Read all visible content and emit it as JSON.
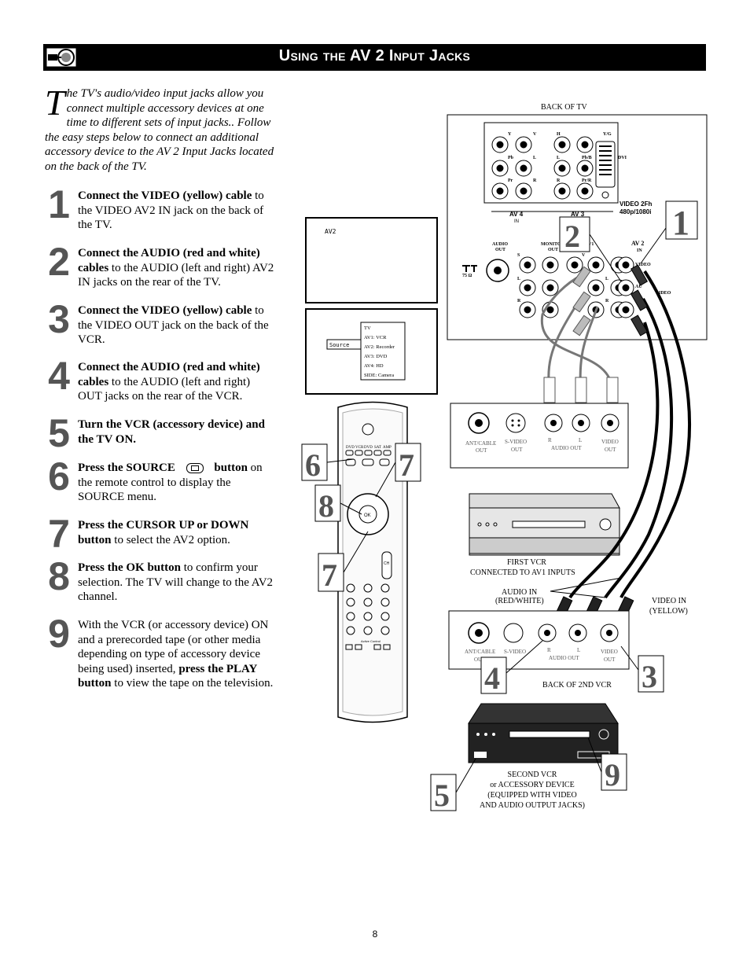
{
  "header": {
    "title": "Using the AV 2 Input Jacks",
    "icon": "cable-plug-icon"
  },
  "intro": {
    "dropcap": "T",
    "text": "he TV's audio/video input jacks allow you connect multiple accessory devices at one time to different sets of input jacks.. Follow the easy steps below to connect an additional accessory device to the AV 2 Input Jacks located on the back of the TV."
  },
  "steps": [
    {
      "num": "1",
      "bold": "Connect the VIDEO (yellow) cable",
      "text": " to the VIDEO AV2 IN jack on the back of the TV."
    },
    {
      "num": "2",
      "bold": "Connect the AUDIO (red and white) cables",
      "text": " to the AUDIO (left and right) AV2 IN jacks on the rear of the TV."
    },
    {
      "num": "3",
      "bold": "Connect the VIDEO (yellow) cable",
      "text": " to the VIDEO OUT jack on the back of the VCR."
    },
    {
      "num": "4",
      "bold": "Connect the AUDIO (red and white) cables",
      "text": " to the AUDIO (left and right) OUT jacks on the rear of the VCR."
    },
    {
      "num": "5",
      "bold": "Turn the VCR (accessory device) and the TV ON.",
      "text": ""
    },
    {
      "num": "6",
      "bold": "Press the SOURCE",
      "bold2": "button",
      "text": " on the remote control to display the SOURCE menu."
    },
    {
      "num": "7",
      "bold": "Press the CURSOR UP or DOWN button",
      "text": " to select the AV2 option."
    },
    {
      "num": "8",
      "bold": "Press the OK button",
      "text": " to confirm your selection. The TV will change to the AV2 channel."
    },
    {
      "num": "9",
      "pre": "With the VCR (or accessory device) ON and a prerecorded tape (or other media depending on type of accessory device being used) inserted, ",
      "bold": "press the PLAY button",
      "text": " to view the tape on the television."
    }
  ],
  "diagram": {
    "back_of_tv": "BACK OF TV",
    "tv_labels": {
      "video2fh": "VIDEO 2Fh",
      "res": "480p/1080i",
      "dvi": "DVI",
      "av4": "AV 4",
      "av4_in": "IN",
      "av3": "AV 3",
      "av2": "AV 2",
      "av2_in": "IN",
      "av1": "V1",
      "audio_out": "AUDIO",
      "audio_out2": "OUT",
      "monitor_out": "MONITO",
      "monitor_out2": "OUT",
      "video": "VIDEO",
      "s": "S",
      "l": "L",
      "r": "R",
      "v": "V",
      "au": "AU",
      "ideo": "IDEO",
      "ohm": "75 Ω",
      "y": "Y",
      "pb": "Pb",
      "pr": "Pr",
      "h": "H",
      "yg": "Y/G",
      "pbb": "Pb/B",
      "prr": "Pr/R"
    },
    "screen1": "AV2",
    "source_menu": {
      "label": "Source",
      "items": [
        "TV",
        "AV1:  VCR",
        "AV2:  Recorder",
        "AV3:  DVD",
        "AV4:  HD",
        "SIDE:  Camera"
      ]
    },
    "remote": {
      "top_keys": [
        "DVD",
        "VCR",
        "DVD",
        "SAT",
        "AMP"
      ],
      "ok": "OK",
      "ch": "CH",
      "active_control": "Active Control"
    },
    "vcr1_jacks": {
      "ant": [
        "ANT/CABLE",
        "OUT"
      ],
      "svideo": [
        "S-VIDEO",
        "OUT"
      ],
      "r": "R",
      "l": "L",
      "audio_out": "AUDIO OUT",
      "video": [
        "VIDEO",
        "OUT"
      ]
    },
    "first_vcr": [
      "FIRST VCR",
      "CONNECTED TO AV1 INPUTS"
    ],
    "audio_in": [
      "AUDIO IN",
      "(RED/WHITE)"
    ],
    "video_in": [
      "VIDEO IN",
      "(YELLOW)"
    ],
    "vcr2_jacks": {
      "ant": [
        "ANT/CABLE",
        "OUT"
      ],
      "svideo": "S-VIDEO",
      "r": "R",
      "l": "L",
      "audio_out": "AUDIO OUT",
      "video": [
        "VIDEO",
        "OUT"
      ]
    },
    "back_of_2nd_vcr": "BACK OF 2ND VCR",
    "second_vcr": [
      "SECOND VCR",
      "or ACCESSORY DEVICE",
      "(EQUIPPED WITH VIDEO",
      "AND AUDIO OUTPUT JACKS)"
    ],
    "callouts": [
      "1",
      "2",
      "3",
      "4",
      "5",
      "6",
      "7",
      "7",
      "8",
      "9"
    ]
  },
  "page_number": "8"
}
